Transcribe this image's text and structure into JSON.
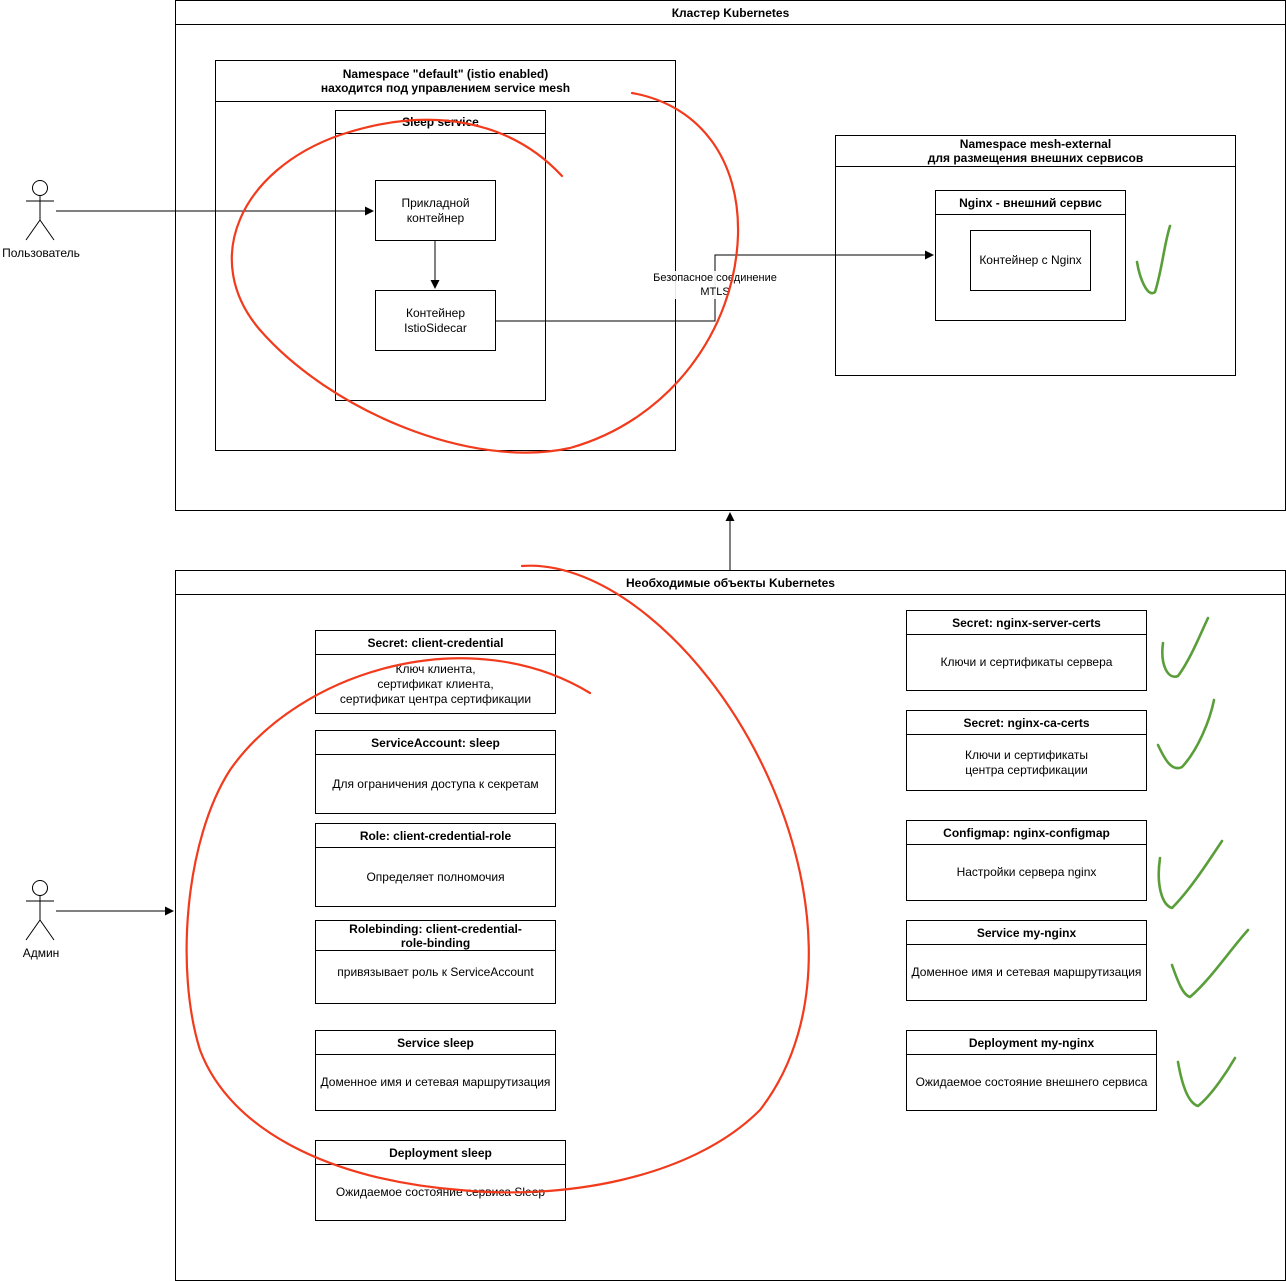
{
  "cluster": {
    "title": "Кластер Kubernetes"
  },
  "ns_default": {
    "title": "Namespace \"default\" (istio enabled)\nнаходится под управлением service mesh"
  },
  "sleep_service": {
    "title": "Sleep service",
    "app_container": "Прикладной\nконтейнер",
    "sidecar_container": "Контейнер\nIstioSidecar"
  },
  "ns_external": {
    "title": "Namespace mesh-external\nдля размещения внешних сервисов"
  },
  "nginx_service": {
    "title": "Nginx - внешний сервис",
    "container": "Контейнер с Nginx"
  },
  "connection_label": "Безопасное соединение\nMTLS",
  "actors": {
    "user": "Пользователь",
    "admin": "Админ"
  },
  "k8s_objects": {
    "title": "Необходимые объекты Kubernetes",
    "left": [
      {
        "title": "Secret: client-credential",
        "body": "Ключ клиента,\nсертификат клиента,\nсертификат центра сертификации"
      },
      {
        "title": "ServiceAccount: sleep",
        "body": "Для ограничения доступа к секретам"
      },
      {
        "title": "Role: client-credential-role",
        "body": "Определяет полномочия"
      },
      {
        "title": "Rolebinding: client-credential-role-binding",
        "body": "привязывает роль к ServiceAccount"
      },
      {
        "title": "Service sleep",
        "body": "Доменное имя и сетевая маршрутизация"
      },
      {
        "title": "Deployment sleep",
        "body": "Ожидаемое состояние сервиса Sleep"
      }
    ],
    "right": [
      {
        "title": "Secret: nginx-server-certs",
        "body": "Ключи и сертификаты сервера"
      },
      {
        "title": "Secret: nginx-ca-certs",
        "body": "Ключи и сертификаты\nцентра сертификации"
      },
      {
        "title": "Configmap: nginx-configmap",
        "body": "Настройки сервера nginx"
      },
      {
        "title": "Service my-nginx",
        "body": "Доменное имя и сетевая маршрутизация"
      },
      {
        "title": "Deployment my-nginx",
        "body": "Ожидаемое состояние внешнего сервиса"
      }
    ]
  },
  "colors": {
    "red_annotation": "#f23a1c",
    "green_check": "#5a9e3a"
  },
  "icons": {
    "actor": "stick-figure-icon",
    "check": "checkmark-icon"
  }
}
